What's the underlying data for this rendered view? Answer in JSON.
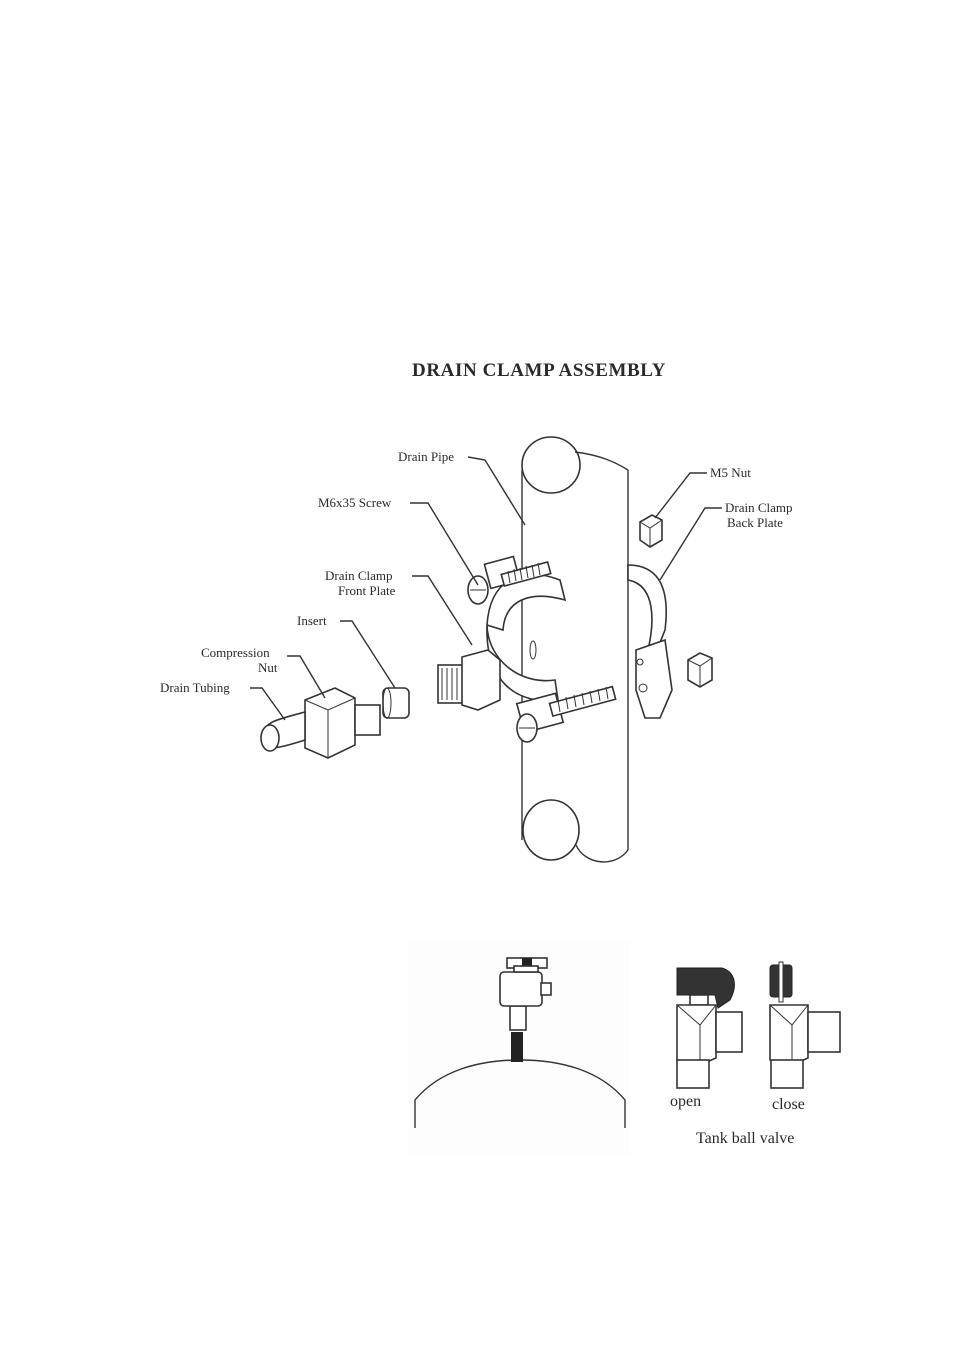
{
  "title": "DRAIN CLAMP ASSEMBLY",
  "labels": {
    "drain_pipe": "Drain Pipe",
    "m5_nut": "M5  Nut",
    "back_plate_1": "Drain Clamp",
    "back_plate_2": "Back Plate",
    "screw": "M6x35 Screw",
    "front_plate_1": "Drain Clamp",
    "front_plate_2": "Front Plate",
    "insert": "Insert",
    "compression_1": "Compression",
    "compression_2": "Nut",
    "drain_tubing": "Drain Tubing"
  },
  "valve": {
    "open": "open",
    "close": "close",
    "caption": "Tank ball valve"
  }
}
